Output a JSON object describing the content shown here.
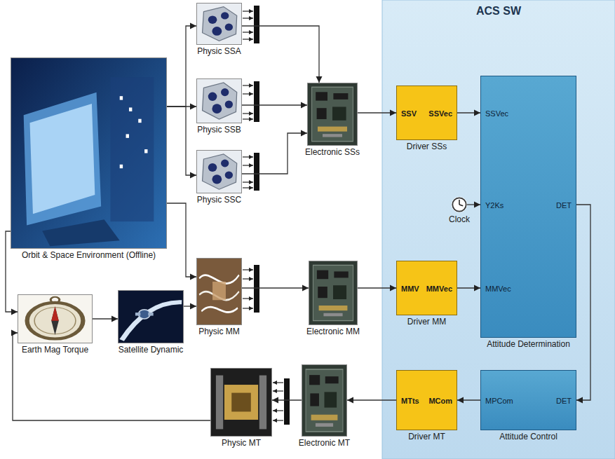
{
  "diagram": {
    "nodes": [
      {
        "text": [
          "Orbit & Space Environment (Offline)"
        ]
      },
      {
        "text": [
          "Physic SSA"
        ]
      },
      {
        "text": [
          "Physic SSB"
        ]
      },
      {
        "text": [
          "Physic SSC"
        ]
      },
      {
        "text": [
          "Electronic SSs"
        ]
      },
      {
        "text": [
          "Physic MM"
        ]
      },
      {
        "text": [
          "Electronic MM"
        ]
      },
      {
        "text": [
          "Earth Mag Torque"
        ]
      },
      {
        "text": [
          "Satellite Dynamic"
        ]
      },
      {
        "text": [
          "Physic MT"
        ]
      },
      {
        "text": [
          "Electronic MT"
        ]
      },
      {
        "text": [
          "ACS SW"
        ]
      },
      {
        "text": [
          "SSV",
          "SSVec",
          "Driver SSs"
        ],
        "in": 11
      },
      {
        "text": [
          "Clock"
        ],
        "in": 11
      },
      {
        "text": [
          "MMV",
          "MMVec",
          "Driver MM"
        ],
        "in": 11
      },
      {
        "text": [
          "SSVec",
          "Y2Ks",
          "MMVec",
          "DET",
          "Attitude Determination"
        ],
        "in": 11
      },
      {
        "text": [
          "MTts",
          "MCom",
          "Driver MT"
        ],
        "in": 11
      },
      {
        "text": [
          "MPCom",
          "DET",
          "Attitude Control"
        ],
        "in": 11
      }
    ],
    "edges": [
      {
        "from": 0,
        "to": 1,
        "arrow": "to"
      },
      {
        "from": 0,
        "to": 2,
        "arrow": "to"
      },
      {
        "from": 0,
        "to": 3,
        "arrow": "to"
      },
      {
        "from": 0,
        "to": 5,
        "arrow": "to"
      },
      {
        "from": 0,
        "to": 7,
        "arrow": "to"
      },
      {
        "from": 7,
        "to": 8,
        "arrow": "to"
      },
      {
        "from": 8,
        "to": 5,
        "arrow": "to"
      },
      {
        "from": 1,
        "to": 4,
        "arrow": "to"
      },
      {
        "from": 2,
        "to": 4,
        "arrow": "to"
      },
      {
        "from": 3,
        "to": 4,
        "arrow": "to"
      },
      {
        "from": 5,
        "to": 6,
        "arrow": "to"
      },
      {
        "from": 4,
        "to": 12,
        "arrow": "to"
      },
      {
        "from": 6,
        "to": 14,
        "arrow": "to"
      },
      {
        "from": 12,
        "to": 15,
        "arrow": "to"
      },
      {
        "from": 13,
        "to": 15,
        "arrow": "to"
      },
      {
        "from": 14,
        "to": 15,
        "arrow": "to"
      },
      {
        "from": 15,
        "to": 17,
        "arrow": "to"
      },
      {
        "from": 17,
        "to": 16,
        "arrow": "to"
      },
      {
        "from": 16,
        "to": 10,
        "arrow": "to"
      },
      {
        "from": 10,
        "to": 9,
        "arrow": "to"
      },
      {
        "from": 9,
        "to": 7,
        "arrow": "to"
      }
    ]
  }
}
